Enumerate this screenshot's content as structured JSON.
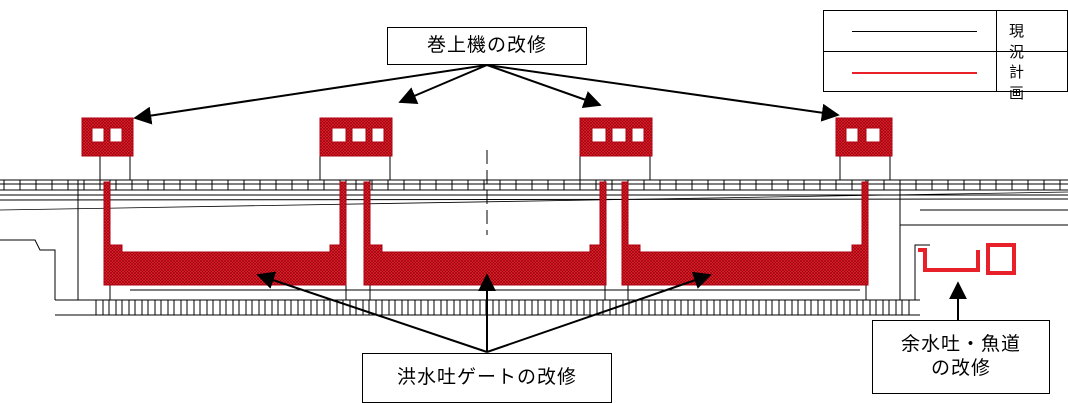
{
  "legend": {
    "existing_label": "現 況",
    "planned_label": "計 画",
    "existing_color": "#000000",
    "planned_color": "#e8202a"
  },
  "callouts": {
    "hoist": "巻上機の改修",
    "flood_gate": "洪水吐ゲートの改修",
    "spillway_fishway": "余水吐・魚道\nの改修"
  },
  "colors": {
    "plan_red": "#e8202a",
    "plan_dark": "#b00012",
    "line": "#000000"
  }
}
